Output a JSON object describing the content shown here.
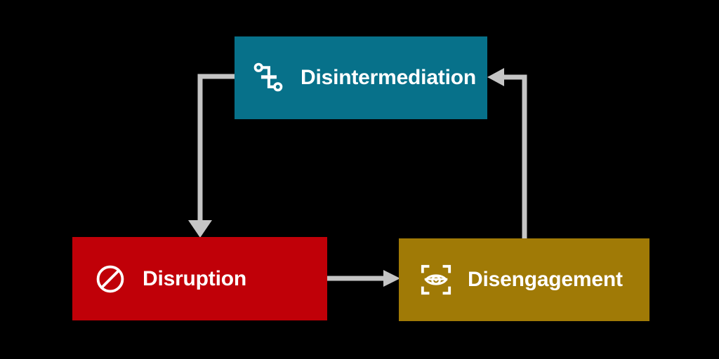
{
  "diagram": {
    "type": "cycle-flow",
    "background_color": "#000000",
    "arrow_color": "#c5c5c5",
    "nodes": [
      {
        "id": "disintermediation",
        "label": "Disintermediation",
        "color": "#07718a",
        "text_color": "#ffffff",
        "icon": "network-branch-icon"
      },
      {
        "id": "disruption",
        "label": "Disruption",
        "color": "#c00008",
        "text_color": "#ffffff",
        "icon": "prohibition-icon"
      },
      {
        "id": "disengagement",
        "label": "Disengagement",
        "color": "#a07a06",
        "text_color": "#ffffff",
        "icon": "eye-scan-icon"
      }
    ],
    "edges": [
      {
        "id": "edge-disintermediation-to-disruption",
        "from": "disintermediation",
        "to": "disruption"
      },
      {
        "id": "edge-disruption-to-disengagement",
        "from": "disruption",
        "to": "disengagement"
      },
      {
        "id": "edge-disengagement-to-disintermediation",
        "from": "disengagement",
        "to": "disintermediation"
      }
    ]
  }
}
